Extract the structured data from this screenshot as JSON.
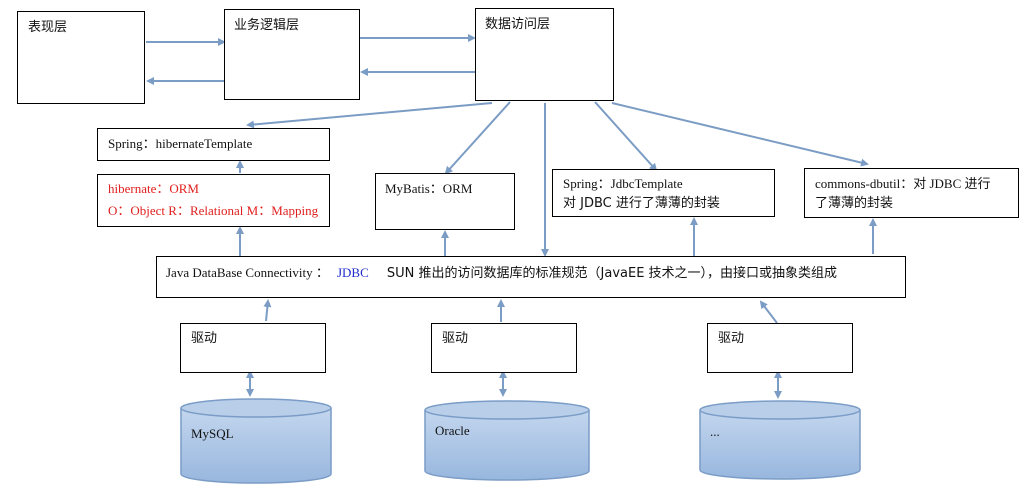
{
  "layers": {
    "presentation": "表现层",
    "business": "业务逻辑层",
    "data_access": "数据访问层"
  },
  "frameworks": {
    "hibernate_template": "Spring：hibernateTemplate",
    "hibernate_line1": "hibernate：ORM",
    "hibernate_line2": "O：Object R：Relational M：Mapping",
    "mybatis": "MyBatis：ORM",
    "jdbc_template_line1": "Spring：JdbcTemplate",
    "jdbc_template_line2": "对 JDBC 进行了薄薄的封装",
    "dbutil_line1": "commons-dbutil：对 JDBC 进行",
    "dbutil_line2": "了薄薄的封装"
  },
  "jdbc": {
    "prefix": "Java DataBase Connectivity  ：",
    "name": "JDBC",
    "description": "SUN 推出的访问数据库的标准规范（JavaEE 技术之一），由接口或抽象类组成"
  },
  "drivers": [
    {
      "label": "驱动",
      "database": "MySQL"
    },
    {
      "label": "驱动",
      "database": "Oracle"
    },
    {
      "label": "驱动",
      "database": "..."
    }
  ],
  "colors": {
    "arrow": "#7b9cc4",
    "db_fill_top": "#b6cde8",
    "db_fill_bottom": "#9dbbe0",
    "db_stroke": "#7a9cc6",
    "orm_text": "#e0201f",
    "jdbc_accent": "#1f2dcc"
  }
}
